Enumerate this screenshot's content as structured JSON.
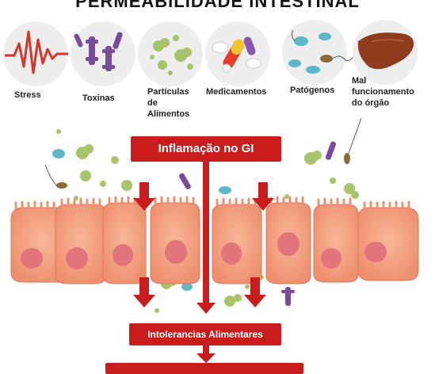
{
  "title": "PERMEABILIDADE INTESTINAL",
  "factors": [
    {
      "icon": "stress-wave-icon",
      "label": "Stress"
    },
    {
      "icon": "toxin-molecules-icon",
      "label": "Toxinas"
    },
    {
      "icon": "food-particles-icon",
      "label": "Partículas\nde\nAlimentos"
    },
    {
      "icon": "pills-icon",
      "label": "Medicamentos"
    },
    {
      "icon": "pathogens-icon",
      "label": "Patógenos"
    },
    {
      "icon": "liver-icon",
      "label": "Mal\nfuncionamento\ndo órgão"
    }
  ],
  "flow": {
    "inflammation": "Inflamação no GI",
    "intolerances": "Intolerancias Alimentares"
  },
  "colors": {
    "accent_red": "#c91d1d",
    "cell_fill": "#f4a586",
    "nucleus": "#e2747c",
    "circle_bg": "#eeeeee",
    "particle_green": "#a8c46a",
    "toxin_purple": "#7a4b9a",
    "pathogen_teal": "#5ab8c8",
    "liver_brown": "#8f3b1e"
  }
}
